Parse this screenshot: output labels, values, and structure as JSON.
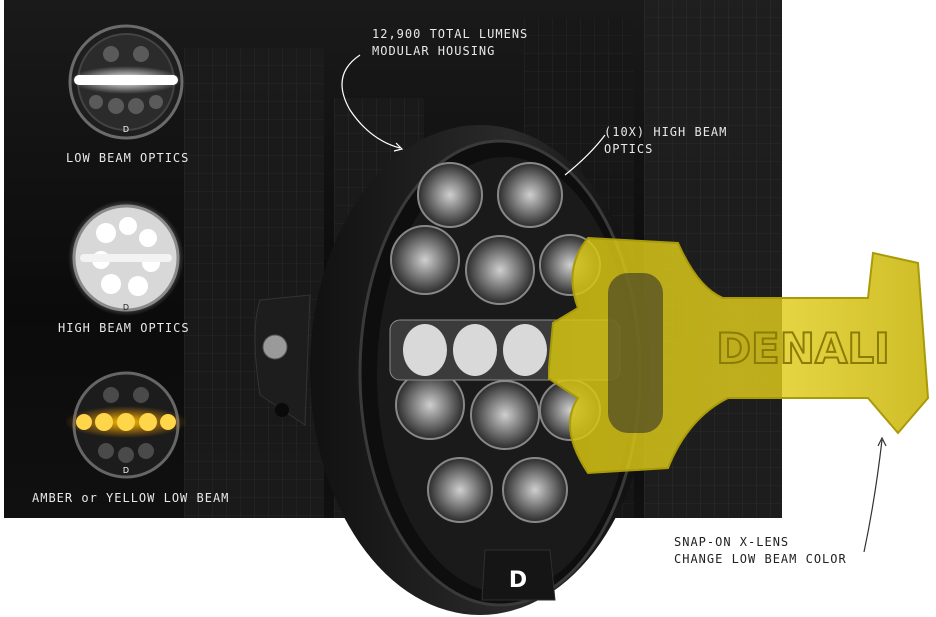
{
  "thumbnails": [
    {
      "label": "LOW BEAM OPTICS"
    },
    {
      "label": "HIGH BEAM OPTICS"
    },
    {
      "label": "AMBER or YELLOW LOW BEAM"
    }
  ],
  "callouts": {
    "lumens_line1": "12,900 TOTAL LUMENS",
    "lumens_line2": "MODULAR HOUSING",
    "high_beam_line1": "(10X) HIGH BEAM",
    "high_beam_line2": "OPTICS",
    "lens_line1": "SNAP-ON X-LENS",
    "lens_line2": "CHANGE LOW BEAM COLOR"
  },
  "product": {
    "logo_text": "D",
    "lens_brand_text": "DENALI"
  },
  "colors": {
    "background_dark": "#0e0e0e",
    "amber_lens": "#e6d21e",
    "amber_glow": "#f5a400",
    "white_glow": "#ffffff"
  }
}
